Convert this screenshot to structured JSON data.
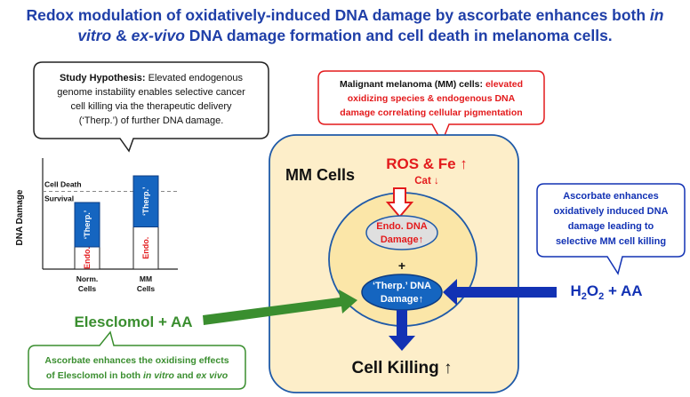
{
  "title": {
    "line1_a": "Redox modulation of oxidatively-induced DNA damage by ascorbate enhances both ",
    "line1_b": "in",
    "line2_a": "vitro",
    "line2_b": " & ",
    "line2_c": "ex-vivo",
    "line2_d": " DNA damage formation and cell death in melanoma cells."
  },
  "hypothesis": {
    "bold": "Study Hypothesis:",
    "line1_rest": " Elevated endogenous",
    "line2": "genome instability enables selective cancer",
    "line3": "cell killing via the therapeutic delivery",
    "line4": "(‘Therp.’) of further DNA damage."
  },
  "chart_data": {
    "type": "bar",
    "ylabel": "DNA Damage",
    "categories": [
      "Norm. Cells",
      "MM Cells"
    ],
    "threshold_labels": {
      "above": "Cell Death",
      "below": "Survival"
    },
    "series": [
      {
        "name": "Endo.",
        "values": [
          1.0,
          1.9
        ]
      },
      {
        "name": "‘Therp.’",
        "values": [
          2.0,
          2.3
        ]
      }
    ],
    "threshold": 3.5,
    "ylim": [
      0,
      5
    ]
  },
  "melanoma_box": {
    "line1_black": "Malignant melanoma (MM) cells: ",
    "line1_red": "elevated",
    "line2": "oxidizing species & endogenous DNA",
    "line3": "damage correlating cellular pigmentation"
  },
  "mm_cells": {
    "label": "MM Cells",
    "ros": "ROS & Fe ↑",
    "cat": "Cat ↓",
    "endo_line1": "Endo. DNA",
    "endo_line2": "Damage↑",
    "plus": "+",
    "therp_line1": "‘Therp.’ DNA",
    "therp_line2": "Damage↑",
    "killing": "Cell Killing ↑"
  },
  "ascorbate_box": {
    "line1": "Ascorbate enhances",
    "line2": "oxidatively induced DNA",
    "line3": "damage leading to",
    "line4": "selective MM cell killing"
  },
  "h2o2": {
    "h": "H",
    "sub1": "2",
    "o": "O",
    "sub2": "2",
    "rest": " + AA"
  },
  "elesclomol": {
    "label": "Elesclomol + AA"
  },
  "elesclomol_box": {
    "line1": "Ascorbate enhances the oxidising effects",
    "line2_a": "of Elesclomol in both ",
    "line2_b": "in vitro",
    "line2_c": " and ",
    "line2_d": "ex vivo"
  },
  "colors": {
    "title_blue": "#1f3fa8",
    "bar_blue": "#1565c0",
    "red": "#e31a1c",
    "green": "#3a8e2f",
    "arrow_blue": "#1232b4",
    "cell_fill": "#fdeec9"
  }
}
